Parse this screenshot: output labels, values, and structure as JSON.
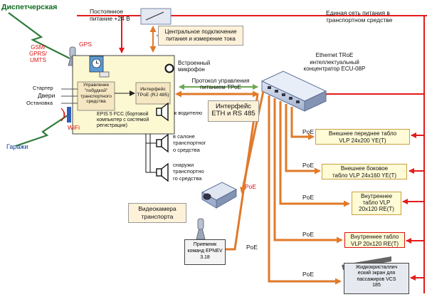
{
  "labels": {
    "dispatcher": "Диспетчерская",
    "gsm": "GSM/\nGPRS/\nUMTS",
    "gps": "GPS",
    "wifi": "WiFi",
    "garages": "Гаражи",
    "power_const": "Постоянное\nпитание +24 В",
    "network_title": "Единая сеть питания в\nтранспортном средстве",
    "central_power": "Центральное подключение\nпитания и измерение тока",
    "mic": "Встроенный\nмикрофон",
    "starter": "Стартер",
    "doors": "Двери",
    "stop": "Остановка",
    "control": "Управление\n\"побудкой\"\nтранспортного\nсредства",
    "tpoe_iface": "Интерфейс\nTPoE (RJ 485)",
    "epis": "EPIS 5 FCC (бортовой\nкомпьютер с системой\nрегистрации)",
    "protocol": "Протокол управления\nпитанием TPoE",
    "eth_iface": "Интерфейс\nETH и RS 485",
    "to_driver": "к водителю",
    "speaker_in": "в салоне\nтранспортног\nо средства",
    "speaker_out": "снаружи\nтранспортно\nго средства",
    "hub": "Ethernet TRoE\nинтеллектуальный\nконцентратор ECU-08P",
    "camera": "Видеокамера\nтранспорта",
    "receiver": "Приемник\nкоманд EPNEV\n3.18",
    "poe": "PoE",
    "disp1": "Внешнее переднее табло\nVLP 24x200 YE(T)",
    "disp2": "Внешнее боковое\nтабло VLP 24x160 YE(T)",
    "disp3": "Внутреннее\nтабло VLP\n20x120 RE(T)",
    "disp4": "Внутреннее табло\nVLP 20x120 RE(T)",
    "lcd": "Жидкокристаллич\nеский экран для\nпассажиров VCS\n185"
  }
}
